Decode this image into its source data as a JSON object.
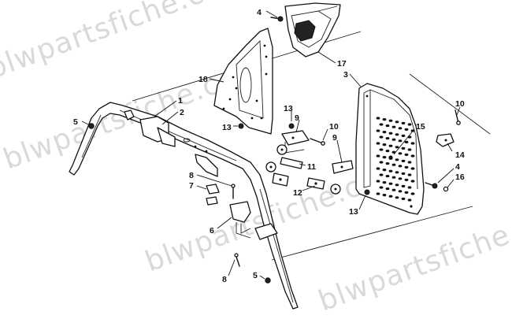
{
  "watermark": "blwpartsfiche.com",
  "labels": [
    {
      "id": "l4a",
      "text": "4"
    },
    {
      "id": "l17",
      "text": "17"
    },
    {
      "id": "l3",
      "text": "3"
    },
    {
      "id": "l18",
      "text": "18"
    },
    {
      "id": "l1",
      "text": "1"
    },
    {
      "id": "l2",
      "text": "2"
    },
    {
      "id": "l5a",
      "text": "5"
    },
    {
      "id": "l13a",
      "text": "13"
    },
    {
      "id": "l13b",
      "text": "13"
    },
    {
      "id": "l9a",
      "text": "9"
    },
    {
      "id": "l10a",
      "text": "10"
    },
    {
      "id": "l9b",
      "text": "9"
    },
    {
      "id": "l10b",
      "text": "10"
    },
    {
      "id": "l15",
      "text": "15"
    },
    {
      "id": "l14",
      "text": "14"
    },
    {
      "id": "l4b",
      "text": "4"
    },
    {
      "id": "l16",
      "text": "16"
    },
    {
      "id": "l11",
      "text": "11"
    },
    {
      "id": "l8a",
      "text": "8"
    },
    {
      "id": "l7",
      "text": "7"
    },
    {
      "id": "l12",
      "text": "12"
    },
    {
      "id": "l13c",
      "text": "13"
    },
    {
      "id": "l6",
      "text": "6"
    },
    {
      "id": "l8b",
      "text": "8"
    },
    {
      "id": "l5b",
      "text": "5"
    }
  ]
}
